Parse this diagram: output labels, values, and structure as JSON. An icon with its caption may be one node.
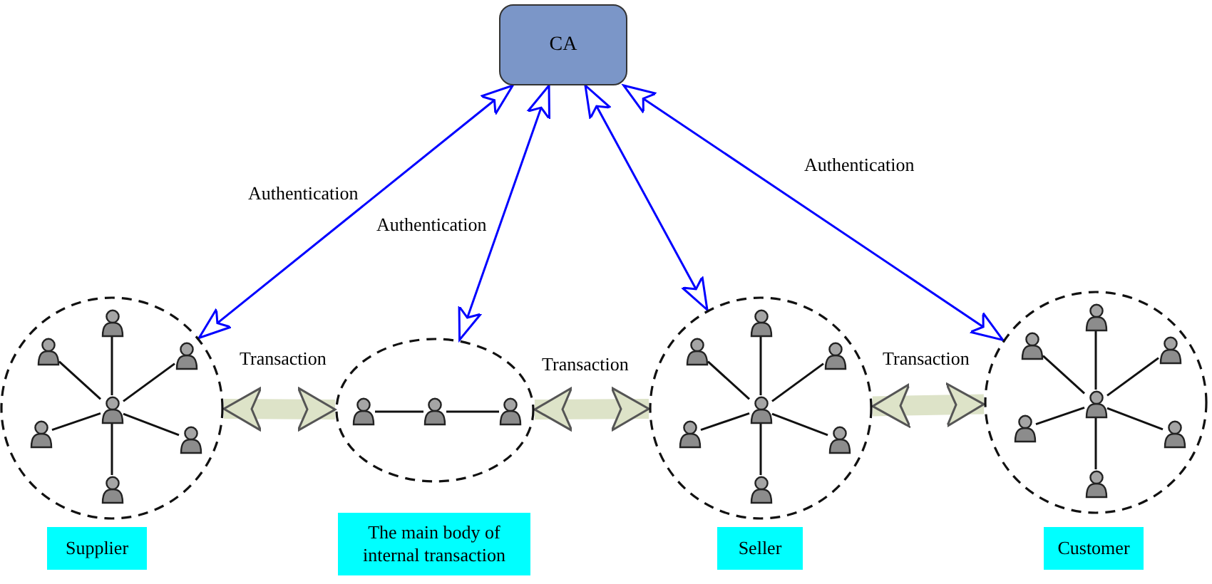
{
  "diagram": {
    "nodes": [
      {
        "text": [
          "CA"
        ]
      },
      {
        "text": [],
        "shape": "circle"
      },
      {
        "text": [],
        "shape": "person",
        "in": 1
      },
      {
        "text": [],
        "shape": "person",
        "in": 1
      },
      {
        "text": [],
        "shape": "person",
        "in": 1
      },
      {
        "text": [],
        "shape": "person",
        "in": 1
      },
      {
        "text": [],
        "shape": "person",
        "in": 1
      },
      {
        "text": [],
        "shape": "person",
        "in": 1
      },
      {
        "text": [],
        "shape": "person",
        "in": 1
      },
      {
        "text": [],
        "shape": "circle"
      },
      {
        "text": [],
        "shape": "person",
        "in": 9
      },
      {
        "text": [],
        "shape": "person",
        "in": 9
      },
      {
        "text": [],
        "shape": "person",
        "in": 9
      },
      {
        "text": [],
        "shape": "circle"
      },
      {
        "text": [],
        "shape": "person",
        "in": 13
      },
      {
        "text": [],
        "shape": "person",
        "in": 13
      },
      {
        "text": [],
        "shape": "person",
        "in": 13
      },
      {
        "text": [],
        "shape": "person",
        "in": 13
      },
      {
        "text": [],
        "shape": "person",
        "in": 13
      },
      {
        "text": [],
        "shape": "person",
        "in": 13
      },
      {
        "text": [],
        "shape": "person",
        "in": 13
      },
      {
        "text": [],
        "shape": "circle"
      },
      {
        "text": [],
        "shape": "person",
        "in": 21
      },
      {
        "text": [],
        "shape": "person",
        "in": 21
      },
      {
        "text": [],
        "shape": "person",
        "in": 21
      },
      {
        "text": [],
        "shape": "person",
        "in": 21
      },
      {
        "text": [],
        "shape": "person",
        "in": 21
      },
      {
        "text": [],
        "shape": "person",
        "in": 21
      },
      {
        "text": [],
        "shape": "person",
        "in": 21
      },
      {
        "text": [
          "Supplier"
        ]
      },
      {
        "text": [
          "The main body of internal transaction"
        ]
      },
      {
        "text": [
          "Seller"
        ]
      },
      {
        "text": [
          "Customer"
        ]
      }
    ],
    "edges": [
      {
        "from": 0,
        "to": 1,
        "arrow": "both",
        "label": "Authentication",
        "color": "#0000ff"
      },
      {
        "from": 0,
        "to": 9,
        "arrow": "both",
        "label": "Authentication",
        "color": "#0000ff"
      },
      {
        "from": 0,
        "to": 13,
        "arrow": "both",
        "color": "#0000ff"
      },
      {
        "from": 0,
        "to": 21,
        "arrow": "both",
        "label": "Authentication",
        "color": "#0000ff"
      },
      {
        "from": 1,
        "to": 9,
        "arrow": "both",
        "label": "Transaction",
        "style": "thick",
        "color": "#dde3c8"
      },
      {
        "from": 9,
        "to": 13,
        "arrow": "both",
        "label": "Transaction",
        "style": "thick",
        "color": "#dde3c8"
      },
      {
        "from": 13,
        "to": 21,
        "arrow": "both",
        "label": "Transaction",
        "style": "thick",
        "color": "#dde3c8"
      },
      {
        "from": 2,
        "to": 5,
        "arrow": "none"
      },
      {
        "from": 3,
        "to": 5,
        "arrow": "none"
      },
      {
        "from": 4,
        "to": 5,
        "arrow": "none"
      },
      {
        "from": 5,
        "to": 6,
        "arrow": "none"
      },
      {
        "from": 5,
        "to": 7,
        "arrow": "none"
      },
      {
        "from": 5,
        "to": 8,
        "arrow": "none"
      },
      {
        "from": 10,
        "to": 11,
        "arrow": "none"
      },
      {
        "from": 11,
        "to": 12,
        "arrow": "none"
      },
      {
        "from": 14,
        "to": 17,
        "arrow": "none"
      },
      {
        "from": 15,
        "to": 17,
        "arrow": "none"
      },
      {
        "from": 16,
        "to": 17,
        "arrow": "none"
      },
      {
        "from": 17,
        "to": 18,
        "arrow": "none"
      },
      {
        "from": 17,
        "to": 19,
        "arrow": "none"
      },
      {
        "from": 17,
        "to": 20,
        "arrow": "none"
      },
      {
        "from": 22,
        "to": 25,
        "arrow": "none"
      },
      {
        "from": 23,
        "to": 25,
        "arrow": "none"
      },
      {
        "from": 24,
        "to": 25,
        "arrow": "none"
      },
      {
        "from": 25,
        "to": 26,
        "arrow": "none"
      },
      {
        "from": 25,
        "to": 27,
        "arrow": "none"
      },
      {
        "from": 25,
        "to": 28,
        "arrow": "none"
      }
    ]
  }
}
